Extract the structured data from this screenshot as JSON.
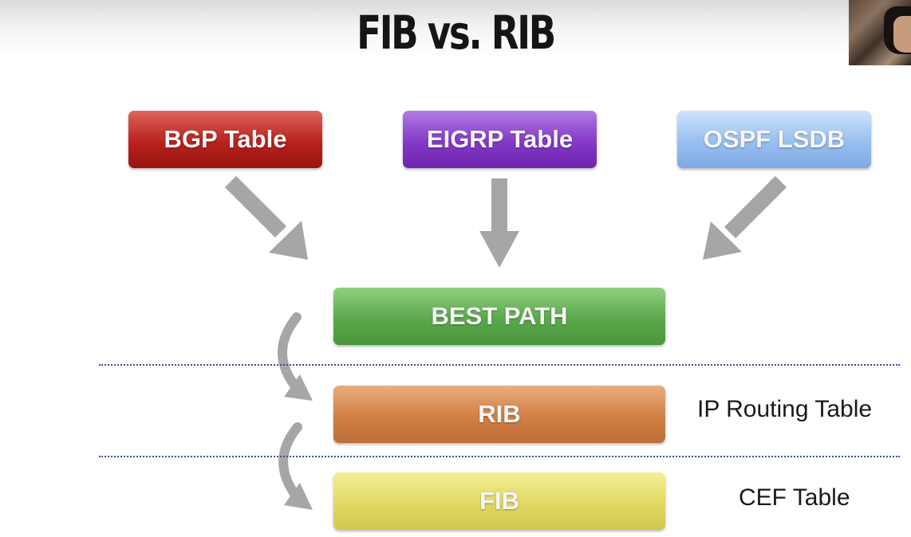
{
  "slide": {
    "title": "FIB vs. RIB"
  },
  "sources": [
    {
      "label": "BGP Table",
      "color": "#b8221d"
    },
    {
      "label": "EIGRP Table",
      "color": "#8438c8"
    },
    {
      "label": "OSPF LSDB",
      "color": "#98bff0"
    }
  ],
  "pipeline": {
    "best_path": {
      "label": "BEST PATH",
      "color": "#5ba84c"
    },
    "rib": {
      "label": "RIB",
      "color": "#d07f45",
      "description": "IP Routing Table"
    },
    "fib": {
      "label": "FIB",
      "color": "#e0d862",
      "description": "CEF Table"
    }
  },
  "colors": {
    "arrow": "#a6a6a6",
    "divider": "#3a4f9a"
  }
}
